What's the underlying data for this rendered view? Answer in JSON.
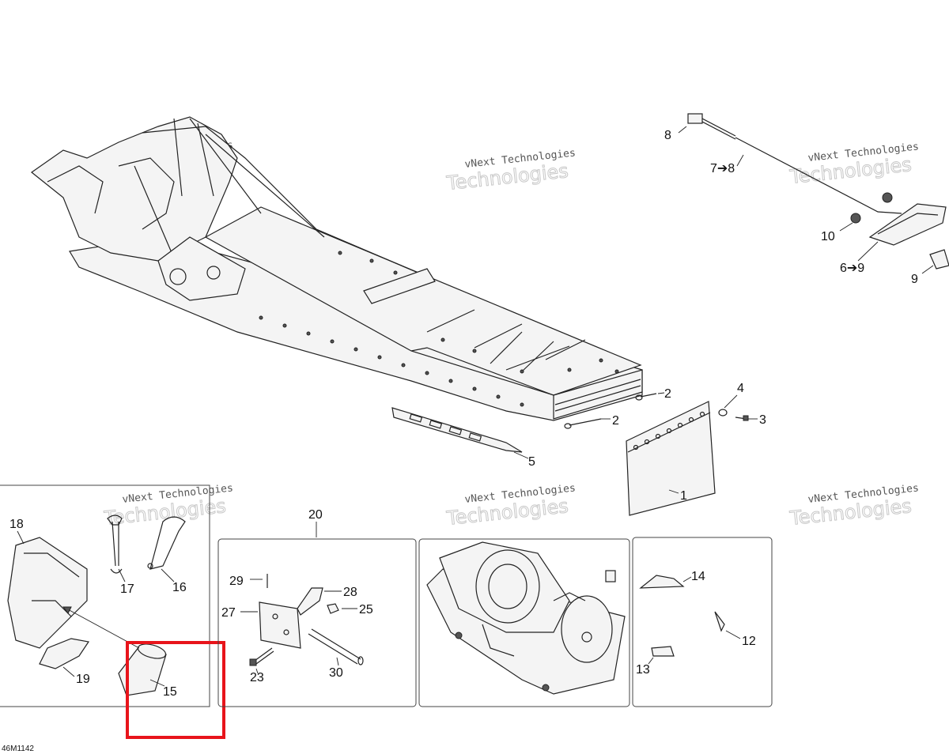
{
  "diagram": {
    "code": "46M1142",
    "watermark_line1": "vNext Technologies",
    "watermark_line2": "Technologies",
    "labels": {
      "p1": "1",
      "p2a": "2",
      "p2b": "2",
      "p3": "3",
      "p4": "4",
      "p5": "5",
      "p6": "6➔9",
      "p7": "7➔8",
      "p8": "8",
      "p9": "9",
      "p10": "10",
      "p12": "12",
      "p13": "13",
      "p14": "14",
      "p15": "15",
      "p16": "16",
      "p17": "17",
      "p18": "18",
      "p19": "19",
      "p20": "20",
      "p23": "23",
      "p25": "25",
      "p27": "27",
      "p28": "28",
      "p29": "29",
      "p30": "30"
    },
    "highlight_color": "#e8141b"
  }
}
